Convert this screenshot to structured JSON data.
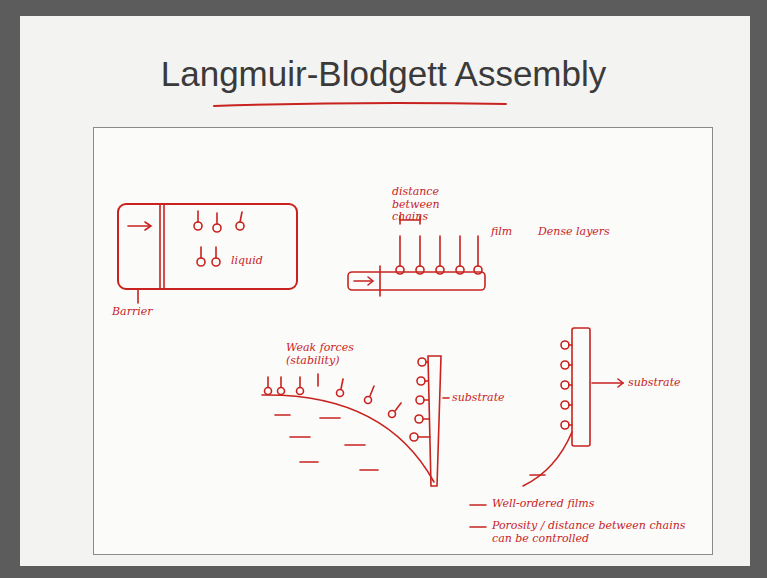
{
  "diagram": {
    "title": "Langmuir-Blodgett Assembly",
    "nodes": [
      {
        "text": [
          "liquid"
        ]
      }
    ],
    "labels": [
      "Barrier",
      "distance between chains",
      "film",
      "Dense layers",
      "Weak forces (stability)",
      "substrate",
      "substrate",
      "Well-ordered films",
      "Porosity / distance between chains can be controlled"
    ]
  }
}
